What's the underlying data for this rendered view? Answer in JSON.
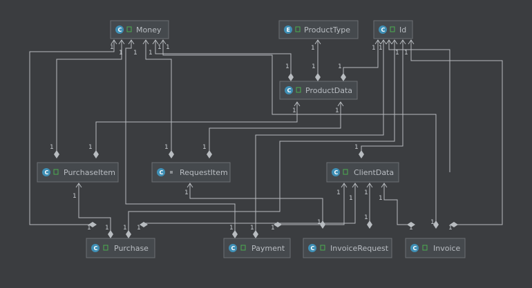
{
  "colors": {
    "background": "#3b3d40",
    "node_fill": "#45494d",
    "node_border": "#6c7074",
    "edge": "#b8bcc0",
    "class_badge": "#3f8fb5",
    "enum_badge": "#3f8fb5",
    "visibility_green": "#4caf50"
  },
  "nodes": {
    "money": {
      "label": "Money",
      "kind": "C",
      "icon": "class-icon"
    },
    "productType": {
      "label": "ProductType",
      "kind": "E",
      "icon": "enum-icon"
    },
    "id": {
      "label": "Id",
      "kind": "C",
      "icon": "class-icon"
    },
    "productData": {
      "label": "ProductData",
      "kind": "C",
      "icon": "class-icon"
    },
    "purchaseItem": {
      "label": "PurchaseItem",
      "kind": "C",
      "icon": "class-icon"
    },
    "requestItem": {
      "label": "RequestItem",
      "kind": "C",
      "icon": "class-icon"
    },
    "clientData": {
      "label": "ClientData",
      "kind": "C",
      "icon": "class-icon"
    },
    "purchase": {
      "label": "Purchase",
      "kind": "C",
      "icon": "class-icon"
    },
    "payment": {
      "label": "Payment",
      "kind": "C",
      "icon": "class-icon"
    },
    "invoiceRequest": {
      "label": "InvoiceRequest",
      "kind": "C",
      "icon": "class-icon"
    },
    "invoice": {
      "label": "Invoice",
      "kind": "C",
      "icon": "class-icon"
    }
  },
  "multiplicity": "1"
}
